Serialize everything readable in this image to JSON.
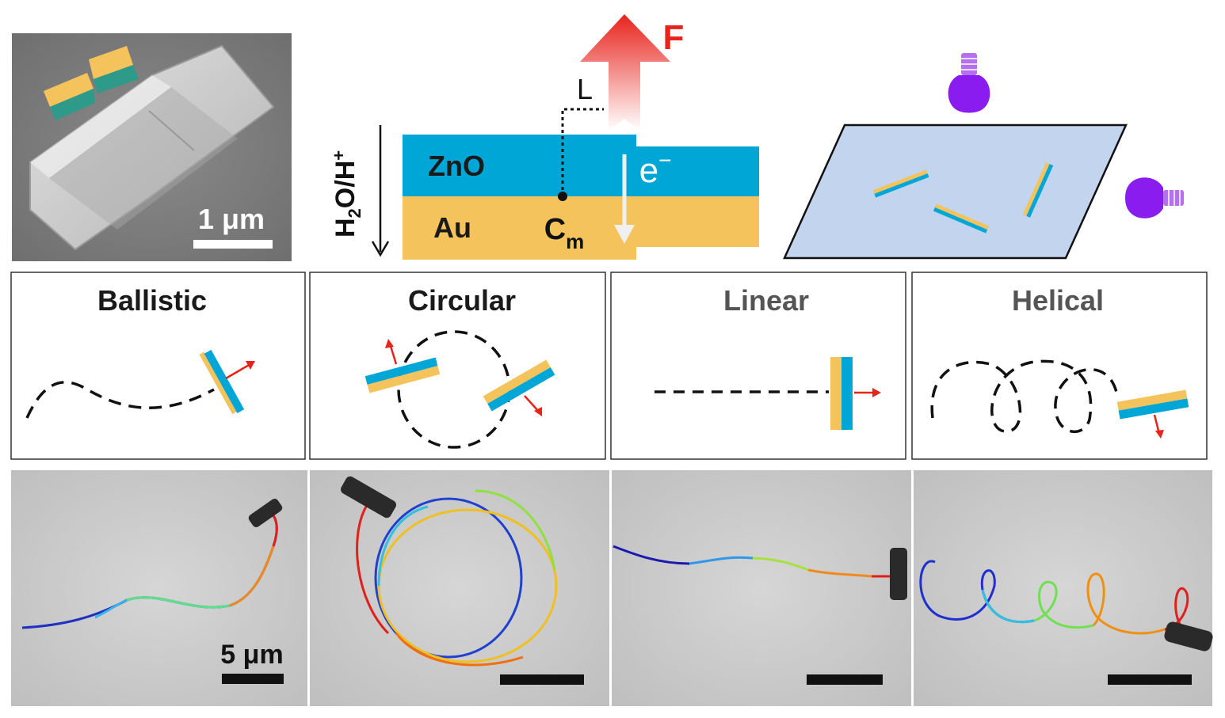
{
  "sem": {
    "scale_label": "1 μm"
  },
  "schematic": {
    "force_label": "F",
    "lever_label": "L",
    "electron_label": "e",
    "electron_sup": "−",
    "zno_label": "ZnO",
    "au_label": "Au",
    "cm_label": "C",
    "cm_sub": "m",
    "medium_label_h": "H",
    "medium_label_2": "2",
    "medium_label_o": "O/H",
    "medium_label_plus": "+"
  },
  "modes": [
    {
      "title": "Ballistic"
    },
    {
      "title": "Circular"
    },
    {
      "title": "Linear"
    },
    {
      "title": "Helical"
    }
  ],
  "micrographs": {
    "scale_label": "5 μm"
  },
  "colors": {
    "zno": "#00a6d6",
    "au": "#f5c35c",
    "arrow": "#e8231c",
    "light": "#8a1cf0",
    "substrate": "#c3d4ef",
    "micrograph_bg": "#c9c9c9"
  }
}
